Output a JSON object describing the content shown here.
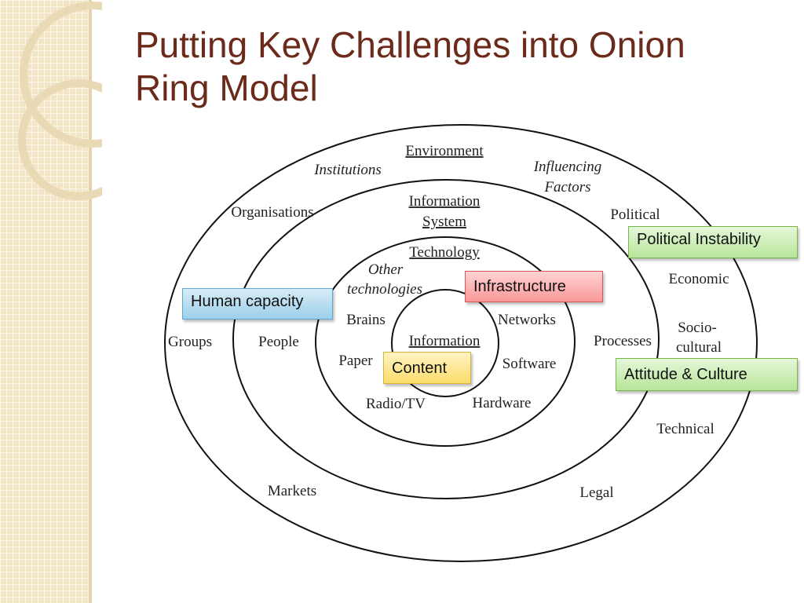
{
  "slide": {
    "title_lines": [
      "Putting Key Challenges into Onion",
      "Ring Model"
    ],
    "title_color": "#6b2a1a",
    "sidebar_color": "#f3e6c8"
  },
  "diagram": {
    "rings": {
      "outer": {
        "heading": "Environment",
        "labels": [
          "Institutions",
          "Influencing",
          "Factors",
          "Organisations",
          "Political",
          "Economic",
          "Socio-",
          "cultural",
          "Groups",
          "Technical",
          "Markets",
          "Legal"
        ]
      },
      "second": {
        "heading_lines": [
          "Information",
          "System"
        ],
        "labels": [
          "People",
          "Processes"
        ]
      },
      "third": {
        "heading": "Technology",
        "labels": [
          "Other",
          "technologies",
          "Brains",
          "Networks",
          "Paper",
          "Software",
          "Radio/TV",
          "Hardware"
        ]
      },
      "core": {
        "heading": "Information"
      }
    },
    "callouts": {
      "human_capacity": "Human capacity",
      "infrastructure": "Infrastructure",
      "content": "Content",
      "political_instability": "Political Instability",
      "attitude_culture": "Attitude & Culture"
    },
    "colors": {
      "human_capacity": "#9ccfe9",
      "infrastructure": "#f99898",
      "content": "#fbdc6c",
      "political_instability": "#b7e59a",
      "attitude_culture": "#b7e59a"
    }
  }
}
